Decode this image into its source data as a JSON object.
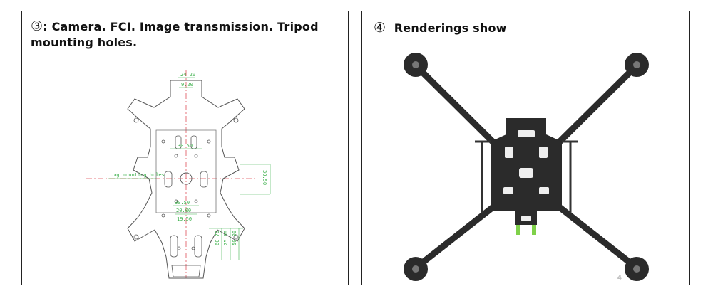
{
  "panels": {
    "left": {
      "number": "③",
      "caption": ": Camera. FCI. Image transmission. Tripod mounting holes.",
      "drawing": {
        "dimensions": [
          "24.20",
          "9.20",
          "30.50",
          "30.50",
          "30.50",
          "20.00",
          "19.50",
          "60.70",
          "25.00",
          "50.00"
        ],
        "label": ".xg mounting holes"
      }
    },
    "right": {
      "number": "④",
      "caption": "Renderings show",
      "watermark": "4"
    }
  },
  "colors": {
    "dimension": "#3bb04a",
    "centerline": "#e0505a",
    "outline": "#555555",
    "carbon": "#2b2b2b",
    "accent": "#7fd14a"
  }
}
